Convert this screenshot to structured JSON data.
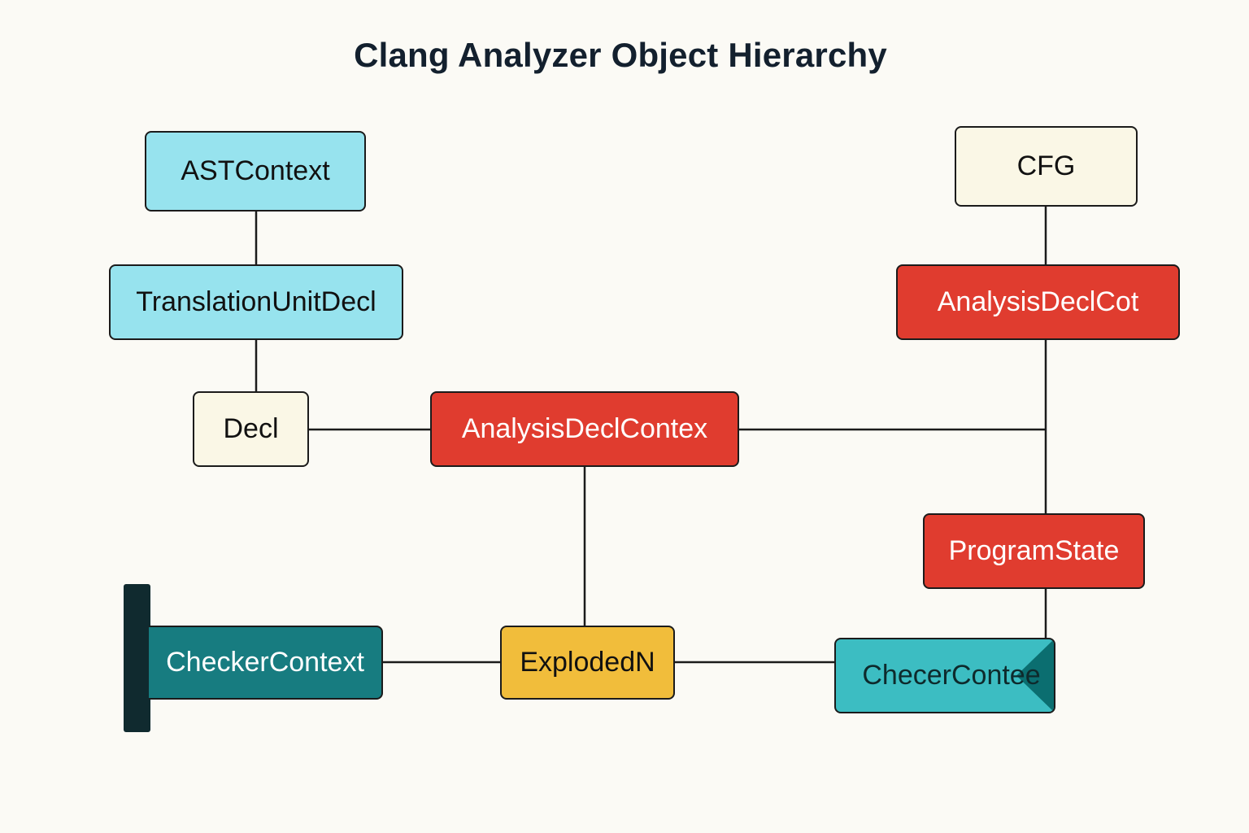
{
  "diagram": {
    "title": "Clang Analyzer Object Hierarchy",
    "nodes": {
      "ast_context": "ASTContext",
      "translation_unit_decl": "TranslationUnitDecl",
      "decl": "Decl",
      "analysis_decl_context": "AnalysisDeclContex",
      "cfg": "CFG",
      "analysis_decl_cot": "AnalysisDeclCot",
      "program_state": "ProgramState",
      "checker_context": "CheckerContext",
      "exploded_node": "ExplodedN",
      "checer_contee": "ChecerContee"
    },
    "colors": {
      "cyan": "#97e3ee",
      "cream": "#faf7e6",
      "red": "#e03c2f",
      "yellow": "#f1bd3b",
      "teal": "#177c80",
      "turquoise": "#3cbdc2",
      "background": "#fbfaf5"
    }
  }
}
